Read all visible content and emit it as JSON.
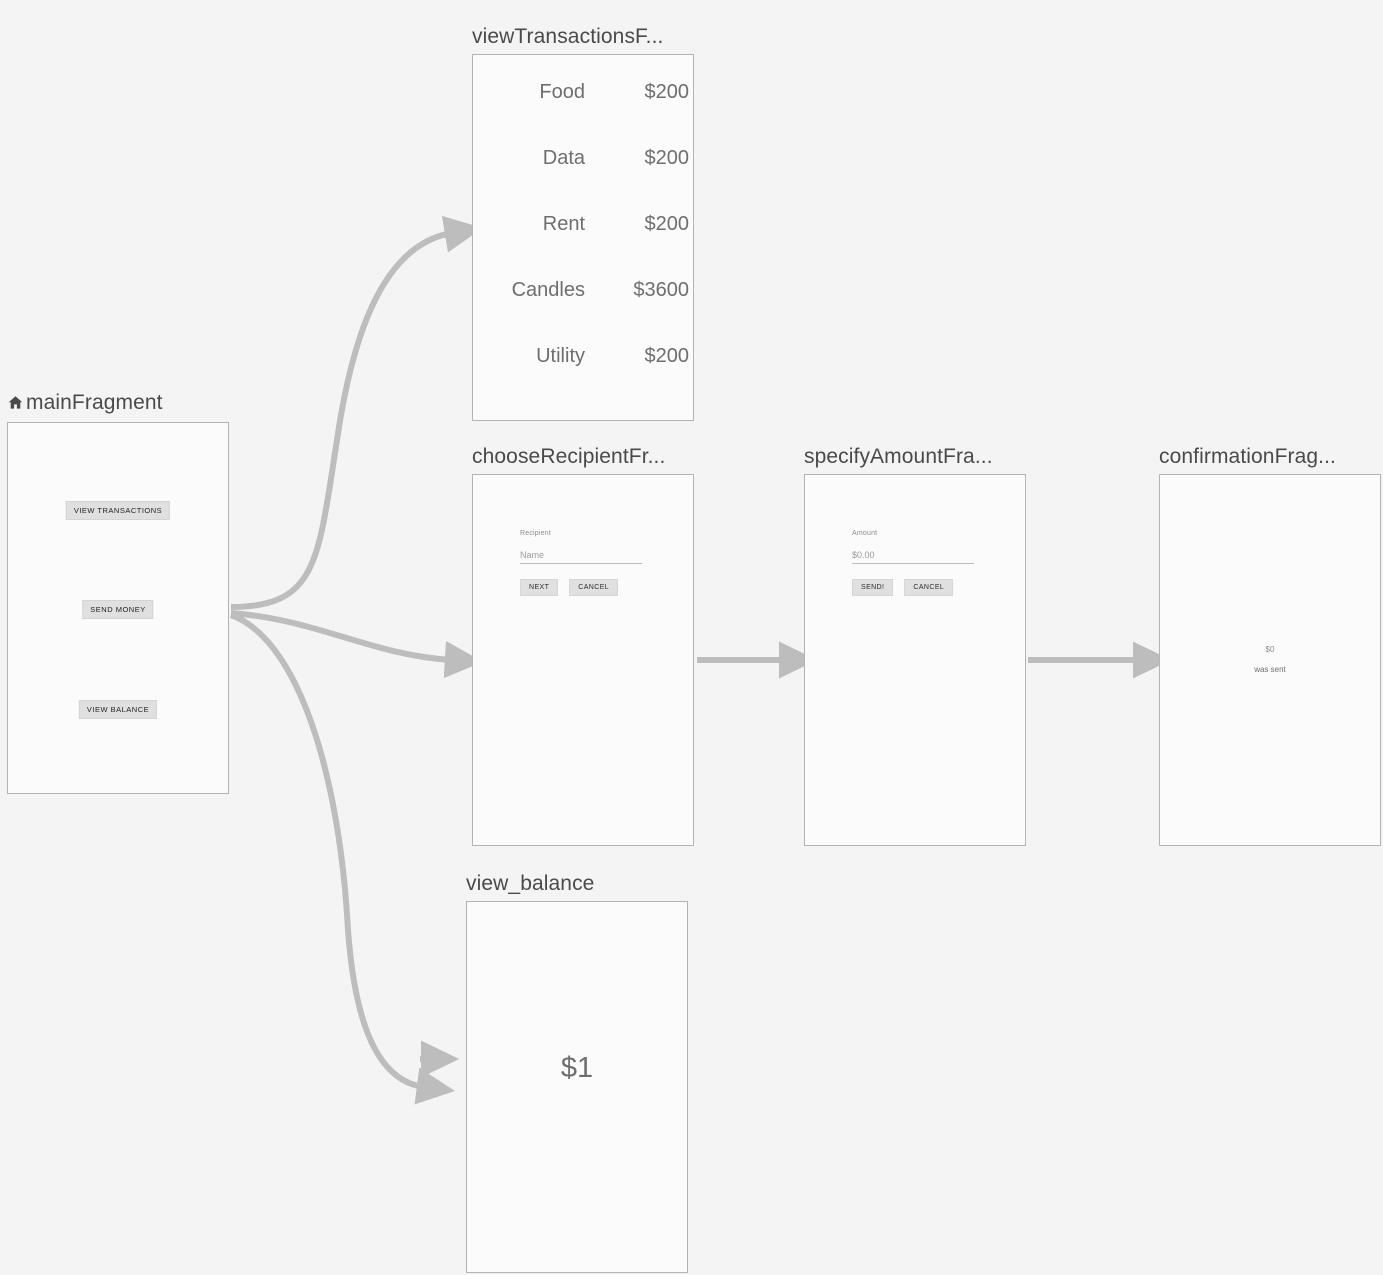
{
  "editor": {
    "name": "navigation-graph-editor",
    "background_color": "#f4f4f4",
    "edge_color": "#bdbdbd",
    "frame_border_color": "#b3b3b3",
    "frame_fill_color": "#fbfbfb"
  },
  "destinations": {
    "main": {
      "title": "mainFragment",
      "is_start_destination": true,
      "start_icon": "home-icon",
      "buttons": [
        {
          "label": "VIEW TRANSACTIONS"
        },
        {
          "label": "SEND MONEY"
        },
        {
          "label": "VIEW BALANCE"
        }
      ]
    },
    "view_transactions": {
      "title": "viewTransactionsF...",
      "full_title": "viewTransactionsFragment",
      "transactions": [
        {
          "name": "Food",
          "amount": "$200"
        },
        {
          "name": "Data",
          "amount": "$200"
        },
        {
          "name": "Rent",
          "amount": "$200"
        },
        {
          "name": "Candles",
          "amount": "$3600"
        },
        {
          "name": "Utility",
          "amount": "$200"
        }
      ]
    },
    "choose_recipient": {
      "title": "chooseRecipientFr...",
      "full_title": "chooseRecipientFragment",
      "field_label": "Recipient",
      "field_placeholder": "Name",
      "primary_button": "NEXT",
      "secondary_button": "CANCEL"
    },
    "specify_amount": {
      "title": "specifyAmountFra...",
      "full_title": "specifyAmountFragment",
      "field_label": "Amount",
      "field_placeholder": "$0.00",
      "primary_button": "SEND!",
      "secondary_button": "CANCEL"
    },
    "confirmation": {
      "title": "confirmationFrag...",
      "full_title": "confirmationFragment",
      "amount": "$0",
      "message": "was sent"
    },
    "view_balance": {
      "title": "view_balance",
      "balance": "$1"
    }
  },
  "actions": [
    {
      "name": "action-main-to-view-transactions",
      "from": "main",
      "to": "view_transactions"
    },
    {
      "name": "action-main-to-choose-recipient",
      "from": "main",
      "to": "choose_recipient"
    },
    {
      "name": "action-main-to-view-balance",
      "from": "main",
      "to": "view_balance"
    },
    {
      "name": "action-choose-recipient-to-specify-amount",
      "from": "choose_recipient",
      "to": "specify_amount"
    },
    {
      "name": "action-specify-amount-to-confirmation",
      "from": "specify_amount",
      "to": "confirmation"
    },
    {
      "name": "action-to-view-balance-stub",
      "from": "main",
      "to": "view_balance"
    }
  ]
}
